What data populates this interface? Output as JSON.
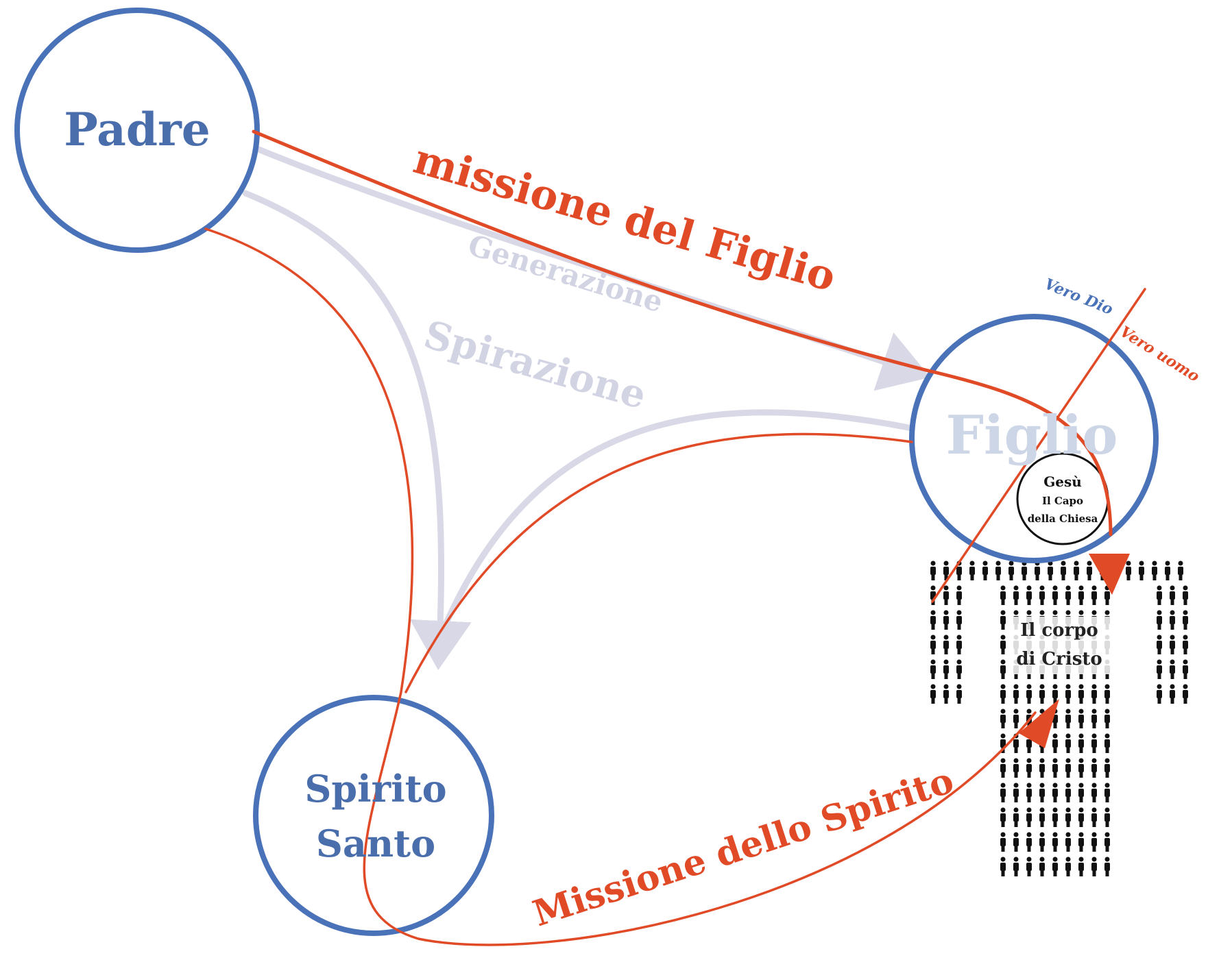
{
  "nodes": {
    "padre": {
      "label": "Padre"
    },
    "figlio": {
      "label": "Figlio"
    },
    "spirito": {
      "line1": "Spirito",
      "line2": "Santo"
    }
  },
  "relations": {
    "generazione": "Generazione",
    "spirazione": "Spirazione"
  },
  "missions": {
    "figlio": "missione del Figlio",
    "spirito": "Missione dello Spirito"
  },
  "natures": {
    "divine": "Vero Dio",
    "human": "Vero uomo"
  },
  "head": {
    "name": "Gesù",
    "line2": "Il Capo",
    "line3": "della Chiesa"
  },
  "body": {
    "line1": "Il corpo",
    "line2": "di Cristo"
  },
  "colors": {
    "blue": "#4a72b8",
    "red": "#e04a26",
    "lavender": "#d8d8e6",
    "faded_blue": "#cdd6e6"
  }
}
